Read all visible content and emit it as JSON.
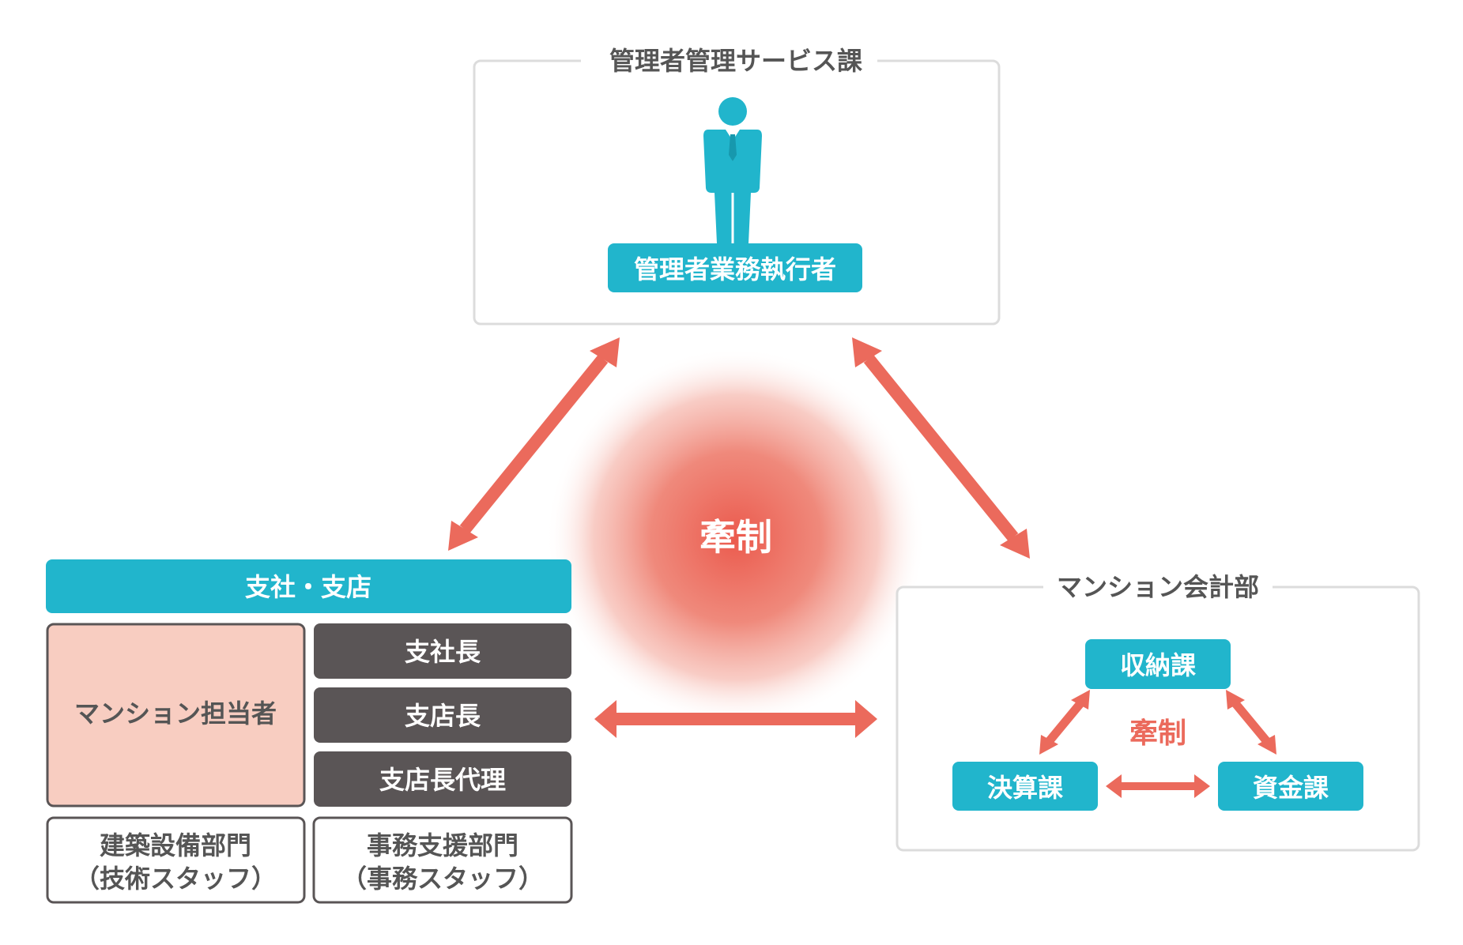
{
  "colors": {
    "teal": "#21b5cc",
    "coral": "#eb6a5c",
    "dark_gray": "#5a5556",
    "pink": "#f8cdc1",
    "panel_border": "#dcdcdc",
    "text_gray": "#555555",
    "white": "#ffffff"
  },
  "center": {
    "label": "牽制"
  },
  "management_service_section": {
    "title": "管理者管理サービス課",
    "icon": "businessman-icon",
    "role_label": "管理者業務執行者"
  },
  "branch_section": {
    "header": "支社・支店",
    "staff_label": "マンション担当者",
    "roles": [
      "支社長",
      "支店長",
      "支店長代理"
    ],
    "departments": [
      {
        "name": "建築設備部門",
        "note": "（技術スタッフ）"
      },
      {
        "name": "事務支援部門",
        "note": "（事務スタッフ）"
      }
    ]
  },
  "accounting_section": {
    "title": "マンション会計部",
    "center_label": "牽制",
    "units": {
      "top": "収納課",
      "left": "決算課",
      "right": "資金課"
    }
  },
  "connectors": [
    {
      "from": "管理者管理サービス課",
      "to": "支社・支店",
      "type": "bidirectional-arrow"
    },
    {
      "from": "管理者管理サービス課",
      "to": "マンション会計部",
      "type": "bidirectional-arrow"
    },
    {
      "from": "支社・支店",
      "to": "マンション会計部",
      "type": "bidirectional-arrow"
    }
  ]
}
